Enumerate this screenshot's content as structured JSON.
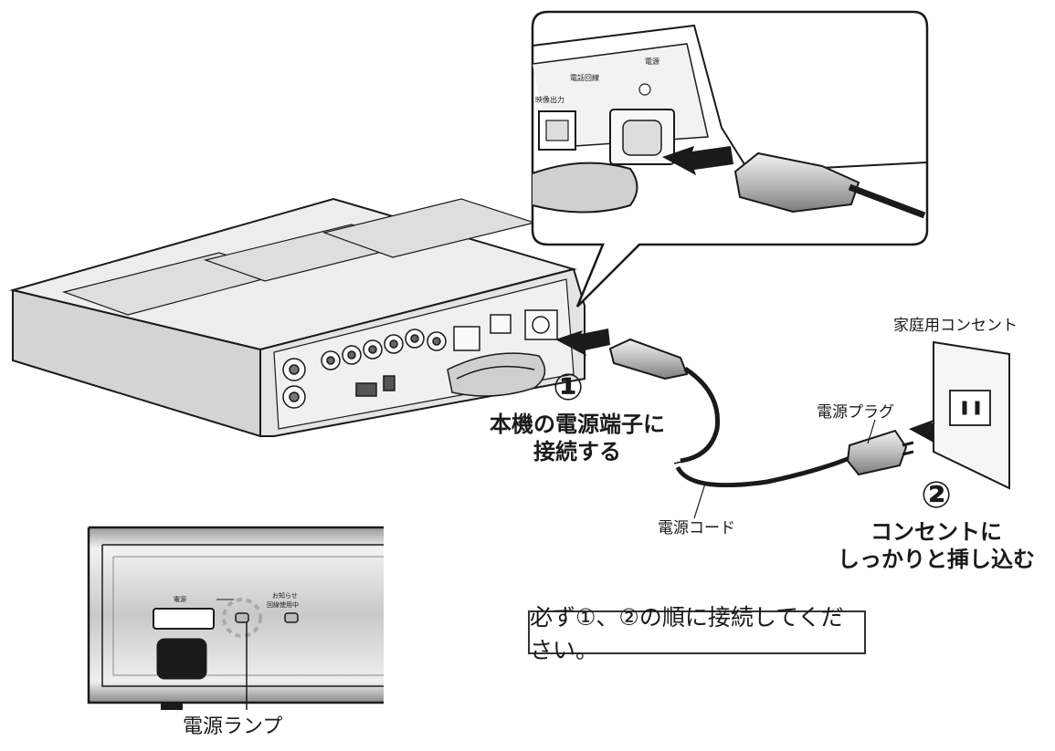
{
  "labels": {
    "outlet": "家庭用コンセント",
    "plug": "電源プラグ",
    "cord": "電源コード",
    "lamp": "電源ランプ"
  },
  "steps": [
    {
      "number": "①",
      "line1": "本機の電源端子に",
      "line2": "接続する"
    },
    {
      "number": "②",
      "line1": "コンセントに",
      "line2": "しっかりと挿し込む"
    }
  ],
  "note": "必ず①、②の順に接続してください。",
  "inset_rear": {
    "power": "電源",
    "video_out": "映像出力",
    "phone_line": "電話回線"
  },
  "front_panel": {
    "power_button": "電源",
    "notice_line1": "お知らせ",
    "notice_line2": "回線使用中"
  },
  "colors": {
    "line": "#1a1a1a",
    "device_gray": "#e6e6e6",
    "panel_silver": "#d9d9d9",
    "arrow": "#1a1a1a"
  }
}
